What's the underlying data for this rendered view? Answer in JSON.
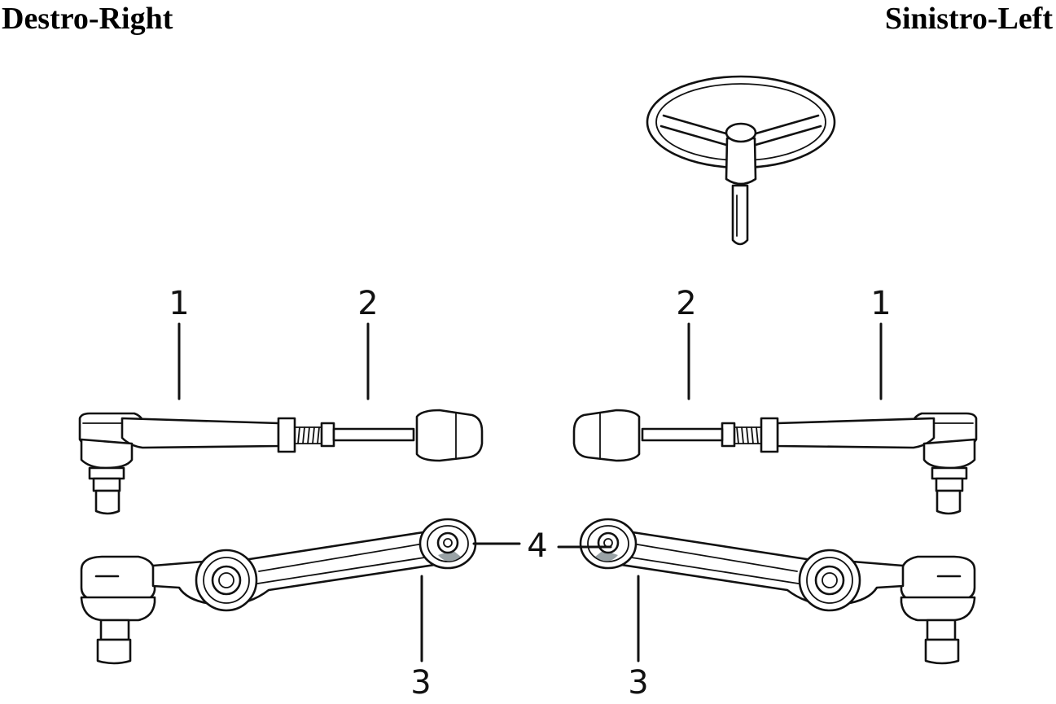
{
  "headers": {
    "right_side": "Destro-Right",
    "left_side": "Sinistro-Left"
  },
  "callouts": {
    "tie_rod_end": "1",
    "tie_rod": "2",
    "lower_arm": "3",
    "bushing": "4"
  }
}
